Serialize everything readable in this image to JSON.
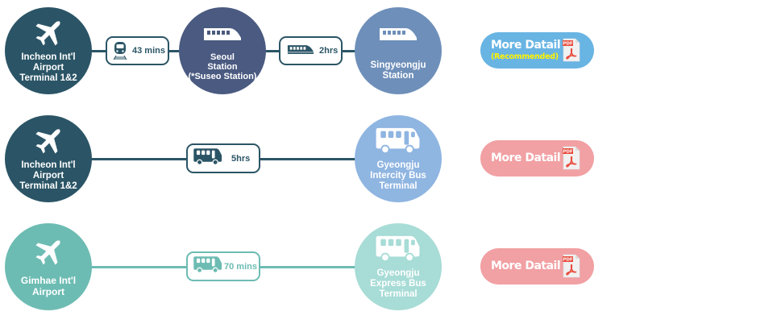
{
  "colors": {
    "dark_teal": "#2b5566",
    "navy_slate": "#4a5a80",
    "steel_blue": "#6e8fb9",
    "light_blue": "#8fb5e1",
    "mint": "#6dbcb3",
    "light_mint": "#a8dcd6",
    "button_blue": "#68b4e3",
    "button_pink": "#f1a0a3",
    "recommended_yellow": "#fff200",
    "pdf_red": "#e84b3c"
  },
  "routes": [
    {
      "origin": {
        "label": "Incheon Int'l\nAirport\nTerminal 1&2",
        "icon": "airplane-icon"
      },
      "segments": [
        {
          "duration": "43 mins",
          "icon": "subway-train-icon"
        },
        {
          "duration": "2hrs",
          "icon": "ktx-train-icon"
        }
      ],
      "stops": [
        {
          "label": "Seoul\nStation\n(*Suseo Station)",
          "icon": "train-icon"
        }
      ],
      "destination": {
        "label": "Singyeongju\nStation",
        "icon": "train-icon"
      },
      "button": {
        "label": "More Datail",
        "sublabel": "(Recommended)",
        "icon": "pdf-icon",
        "pdf_tag": "PDF"
      }
    },
    {
      "origin": {
        "label": "Incheon Int'l\nAirport\nTerminal 1&2",
        "icon": "airplane-icon"
      },
      "segments": [
        {
          "duration": "5hrs",
          "icon": "bus-icon"
        }
      ],
      "destination": {
        "label": "Gyeongju\nIntercity Bus\nTerminal",
        "icon": "bus-icon"
      },
      "button": {
        "label": "More Datail",
        "icon": "pdf-icon",
        "pdf_tag": "PDF"
      }
    },
    {
      "origin": {
        "label": "Gimhae Int'l\nAirport",
        "icon": "airplane-icon"
      },
      "segments": [
        {
          "duration": "70 mins",
          "icon": "bus-icon"
        }
      ],
      "destination": {
        "label": "Gyeongju\nExpress Bus\nTerminal",
        "icon": "bus-icon"
      },
      "button": {
        "label": "More Datail",
        "icon": "pdf-icon",
        "pdf_tag": "PDF"
      }
    }
  ]
}
